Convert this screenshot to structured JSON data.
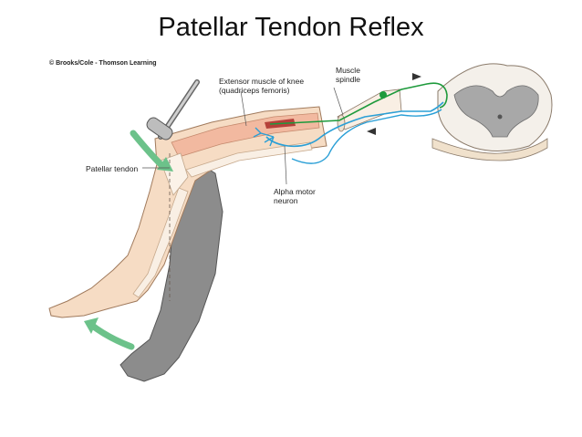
{
  "slide": {
    "title": "Patellar Tendon Reflex",
    "credit": "© Brooks/Cole - Thomson Learning"
  },
  "labels": {
    "extensor_line1": "Extensor muscle of knee",
    "extensor_line2": "(quadriceps femoris)",
    "spindle_line1": "Muscle",
    "spindle_line2": "spindle",
    "patellar_tendon": "Patellar tendon",
    "alpha_line1": "Alpha motor",
    "alpha_line2": "neuron"
  },
  "colors": {
    "sensory_neuron": "#1e9a3c",
    "motor_neuron": "#2a9fd6",
    "arrow": "#6cc28a",
    "skin": "#f6dcc4",
    "shadow_leg": "#8a8a8a"
  }
}
